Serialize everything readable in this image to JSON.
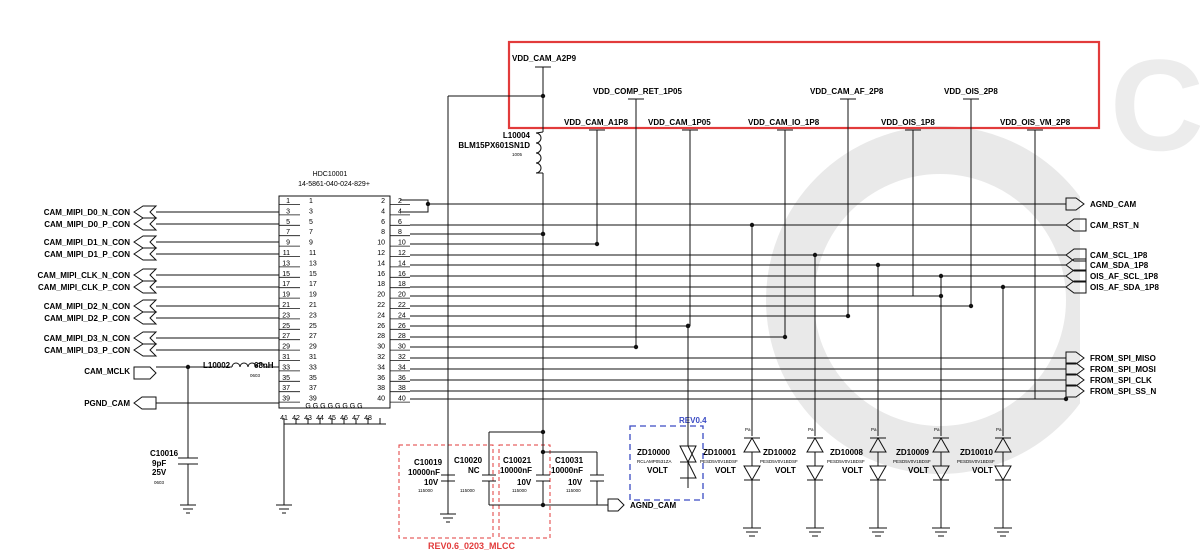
{
  "colors": {
    "wire": "#111111",
    "red_box": "#e23b3b",
    "blue_box": "#3a4bc4",
    "watermark": "#e9e9e9"
  },
  "watermark": "Co",
  "ic": {
    "ref": "HDC10001",
    "part": "14-5861-040-024-829+"
  },
  "left_nets": [
    "CAM_MIPI_D0_N_CON",
    "CAM_MIPI_D0_P_CON",
    "CAM_MIPI_D1_N_CON",
    "CAM_MIPI_D1_P_CON",
    "CAM_MIPI_CLK_N_CON",
    "CAM_MIPI_CLK_P_CON",
    "CAM_MIPI_D2_N_CON",
    "CAM_MIPI_D2_P_CON",
    "CAM_MIPI_D3_N_CON",
    "CAM_MIPI_D3_P_CON",
    "CAM_MCLK",
    "PGND_CAM"
  ],
  "right_nets": [
    "AGND_CAM",
    "CAM_RST_N",
    "CAM_SCL_1P8",
    "CAM_SDA_1P8",
    "OIS_AF_SCL_1P8",
    "OIS_AF_SDA_1P8",
    "FROM_SPI_MISO",
    "FROM_SPI_MOSI",
    "FROM_SPI_CLK",
    "FROM_SPI_SS_N"
  ],
  "power_rails": [
    "VDD_CAM_A2P9",
    "VDD_COMP_RET_1P05",
    "VDD_CAM_AF_2P8",
    "VDD_OIS_2P8",
    "VDD_CAM_A1P8",
    "VDD_CAM_1P05",
    "VDD_CAM_IO_1P8",
    "VDD_OIS_1P8",
    "VDD_OIS_VM_2P8"
  ],
  "pins_left_outer": [
    "1",
    "3",
    "5",
    "7",
    "9",
    "11",
    "13",
    "15",
    "17",
    "19",
    "21",
    "23",
    "25",
    "27",
    "29",
    "31",
    "33",
    "35",
    "37",
    "39"
  ],
  "pins_left_inner": [
    "1",
    "3",
    "5",
    "7",
    "9",
    "11",
    "13",
    "15",
    "17",
    "19",
    "21",
    "23",
    "25",
    "27",
    "29",
    "31",
    "33",
    "35",
    "37",
    "39"
  ],
  "pins_right_inner": [
    "2",
    "4",
    "6",
    "8",
    "10",
    "12",
    "14",
    "16",
    "18",
    "20",
    "22",
    "24",
    "26",
    "28",
    "30",
    "32",
    "34",
    "36",
    "38",
    "40"
  ],
  "pins_right_outer": [
    "2",
    "4",
    "6",
    "8",
    "10",
    "12",
    "14",
    "16",
    "18",
    "20",
    "22",
    "24",
    "26",
    "28",
    "30",
    "32",
    "34",
    "36",
    "38",
    "40"
  ],
  "gnd_pins_g": "G G G G G G G G",
  "gnd_pins_nums": [
    "41",
    "42",
    "43",
    "44",
    "45",
    "46",
    "47",
    "48"
  ],
  "inductor_l10004": {
    "ref": "L10004",
    "part": "BLM15PX601SN1D",
    "size": "1005"
  },
  "inductor_l10002": {
    "ref": "L10002",
    "value": "68nH",
    "size": "0603"
  },
  "cap_c10016": {
    "ref": "C10016",
    "value": "9pF",
    "voltage": "25V",
    "size": "0603"
  },
  "cap_c10019": {
    "ref": "C10019",
    "value": "10000nF",
    "voltage": "10V",
    "size": "115000"
  },
  "cap_c10020": {
    "ref": "C10020",
    "value": "NC",
    "size": "115000"
  },
  "cap_c10021": {
    "ref": "C10021",
    "value": "10000nF",
    "voltage": "10V",
    "size": "115000"
  },
  "cap_c10031": {
    "ref": "C10031",
    "value": "10000nF",
    "voltage": "10V",
    "size": "115000"
  },
  "agnd_bottom": "AGND_CAM",
  "rev_blue": "REV0.4",
  "rev_red": "REV0.6_0203_MLCC",
  "zd10000": {
    "ref": "ZD10000",
    "part": "RCLAMP0531ZA",
    "volt": "VOLT"
  },
  "zeners": [
    {
      "ref": "ZD10001",
      "part": "PESD5V0V1BDSF",
      "volt": "VOLT"
    },
    {
      "ref": "ZD10002",
      "part": "PESD5V0V1BDSF",
      "volt": "VOLT"
    },
    {
      "ref": "ZD10008",
      "part": "PESD5V0V1BDSF",
      "volt": "VOLT"
    },
    {
      "ref": "ZD10009",
      "part": "PESD5V0V1BDSF",
      "volt": "VOLT"
    },
    {
      "ref": "ZD10010",
      "part": "PESD5V0V1BDSF",
      "volt": "VOLT"
    }
  ],
  "zener_pin": "Pa"
}
